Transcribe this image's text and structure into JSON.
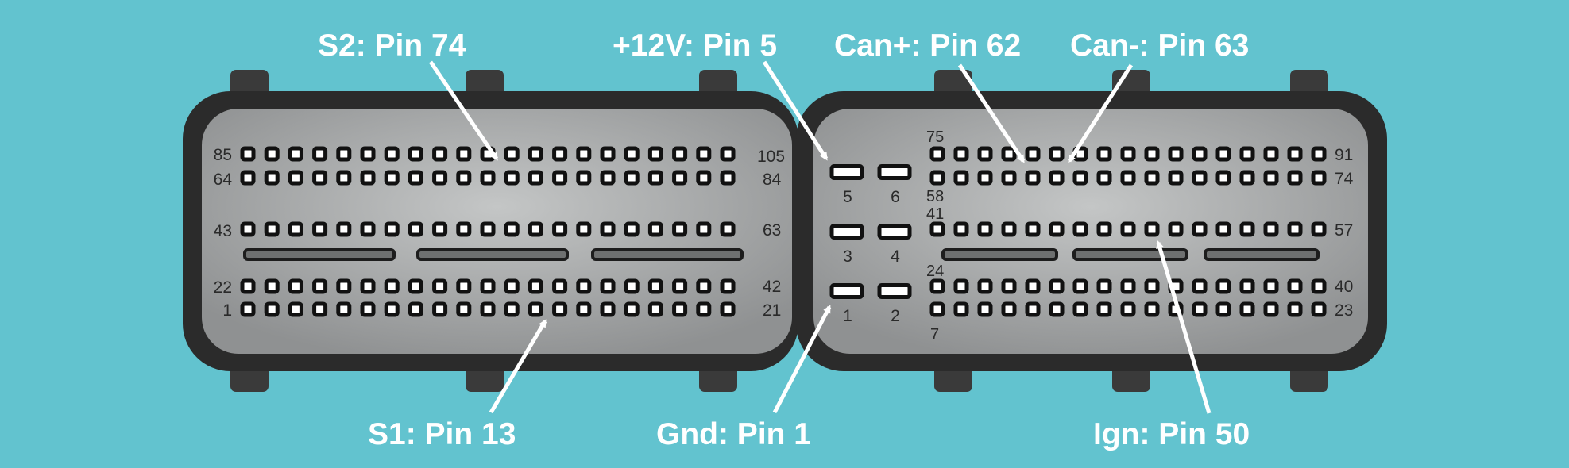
{
  "diagram": {
    "background_color": "#62c3cf",
    "connector_frame_color": "#2b2b2b",
    "connector_face_color": "#a4a6a6",
    "pin_color": "#ffffff",
    "arrow_color": "#ffffff",
    "callouts": {
      "s2": "S2: Pin 74",
      "v12": "+12V: Pin 5",
      "can_plus": "Can+: Pin 62",
      "can_minus": "Can-: Pin 63",
      "s1": "S1: Pin 13",
      "gnd": "Gnd: Pin 1",
      "ign": "Ign: Pin 50"
    },
    "left_block": {
      "row_labels": {
        "r85": "85",
        "r64": "64",
        "r43": "43",
        "r22": "22",
        "r1": "1",
        "r105": "105",
        "r84": "84",
        "r63": "63",
        "r42": "42",
        "r21": "21"
      }
    },
    "power_block": {
      "pin_labels": {
        "p5": "5",
        "p6": "6",
        "p3": "3",
        "p4": "4",
        "p1": "1",
        "p2": "2"
      }
    },
    "right_block": {
      "row_labels": {
        "r75": "75",
        "r58": "58",
        "r41": "41",
        "r24": "24",
        "r7": "7",
        "r91": "91",
        "r74": "74",
        "r57": "57",
        "r40": "40",
        "r23": "23"
      }
    }
  }
}
